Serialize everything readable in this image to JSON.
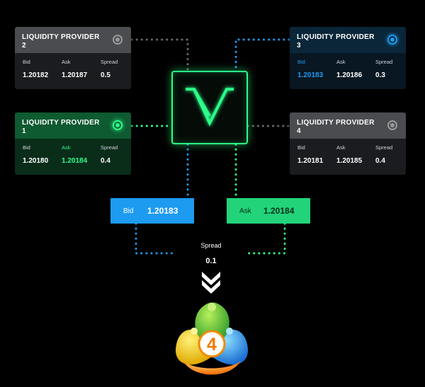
{
  "providers": [
    {
      "id": "lp2",
      "title": "LIQUIDITY PROVIDER 2",
      "bid_label": "Bid",
      "ask_label": "Ask",
      "spread_label": "Spread",
      "bid": "1.20182",
      "ask": "1.20187",
      "spread": "0.5",
      "status": "inactive"
    },
    {
      "id": "lp3",
      "title": "LIQUIDITY PROVIDER 3",
      "bid_label": "Bid",
      "ask_label": "Ask",
      "spread_label": "Spread",
      "bid": "1.20183",
      "ask": "1.20186",
      "spread": "0.3",
      "status": "best-bid"
    },
    {
      "id": "lp1",
      "title": "LIQUIDITY PROVIDER 1",
      "bid_label": "Bid",
      "ask_label": "Ask",
      "spread_label": "Spread",
      "bid": "1.20180",
      "ask": "1.20184",
      "spread": "0.4",
      "status": "best-ask"
    },
    {
      "id": "lp4",
      "title": "LIQUIDITY PROVIDER 4",
      "bid_label": "Bid",
      "ask_label": "Ask",
      "spread_label": "Spread",
      "bid": "1.20181",
      "ask": "1.20185",
      "spread": "0.4",
      "status": "inactive"
    }
  ],
  "aggregated": {
    "bid_label": "Bid",
    "bid_value": "1.20183",
    "ask_label": "Ask",
    "ask_value": "1.20184",
    "spread_label": "Spread",
    "spread_value": "0.1"
  },
  "icons": {
    "hub": "v-logo-icon",
    "arrow": "double-chevron-down-icon",
    "platform": "metatrader-4-icon",
    "platform_number": "4"
  },
  "colors": {
    "background": "#000000",
    "green": "#2bff88",
    "blue": "#1d9bf0",
    "grey": "#6a6a6a"
  }
}
